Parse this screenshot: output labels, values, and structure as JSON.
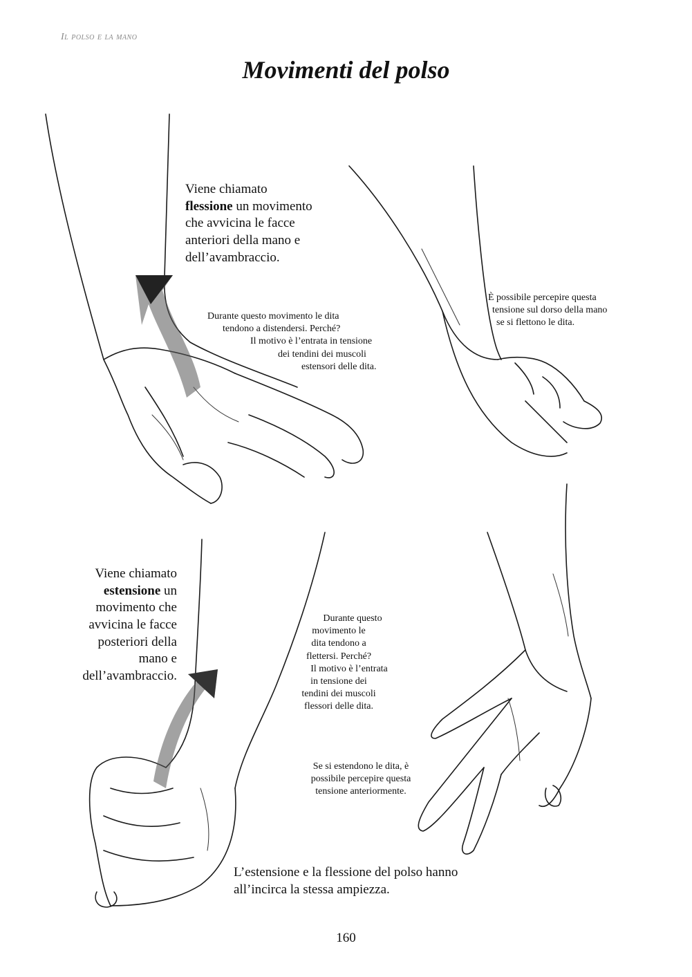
{
  "header": {
    "running_head": "Il polso e la mano"
  },
  "title": "Movimenti del polso",
  "flexion": {
    "main_pre": "Viene chiamato",
    "main_bold": "flessione",
    "main_rest": " un movimento",
    "main_lines": [
      "che avvicina le facce",
      "anteriori della mano e",
      "dell’avambraccio."
    ],
    "note_lines": [
      "Durante questo movimento le dita",
      "tendono a distendersi. Perché?",
      "Il motivo è l’entrata in tensione",
      "dei tendini dei muscoli",
      "estensori delle dita."
    ],
    "side_note_lines": [
      "È possibile percepire questa",
      "tensione sul dorso della mano",
      "se si flettono le dita."
    ]
  },
  "extension": {
    "main_pre": "Viene chiamato",
    "main_bold": "estensione",
    "main_rest": " un",
    "main_lines": [
      "movimento che",
      "avvicina le facce",
      "posteriori della",
      "mano e",
      "dell’avambraccio."
    ],
    "note_lines": [
      "Durante questo",
      "movimento le",
      "dita tendono a",
      "flettersi. Perché?",
      "Il motivo è l’entrata",
      "in tensione dei",
      "tendini dei muscoli",
      "flessori delle dita."
    ],
    "side_note_lines": [
      "Se si estendono le dita, è",
      "possibile percepire questa",
      "tensione anteriormente."
    ]
  },
  "conclusion_lines": [
    "L’estensione e la flessione del polso hanno",
    "all’incirca la stessa ampiezza."
  ],
  "page_number": "160"
}
